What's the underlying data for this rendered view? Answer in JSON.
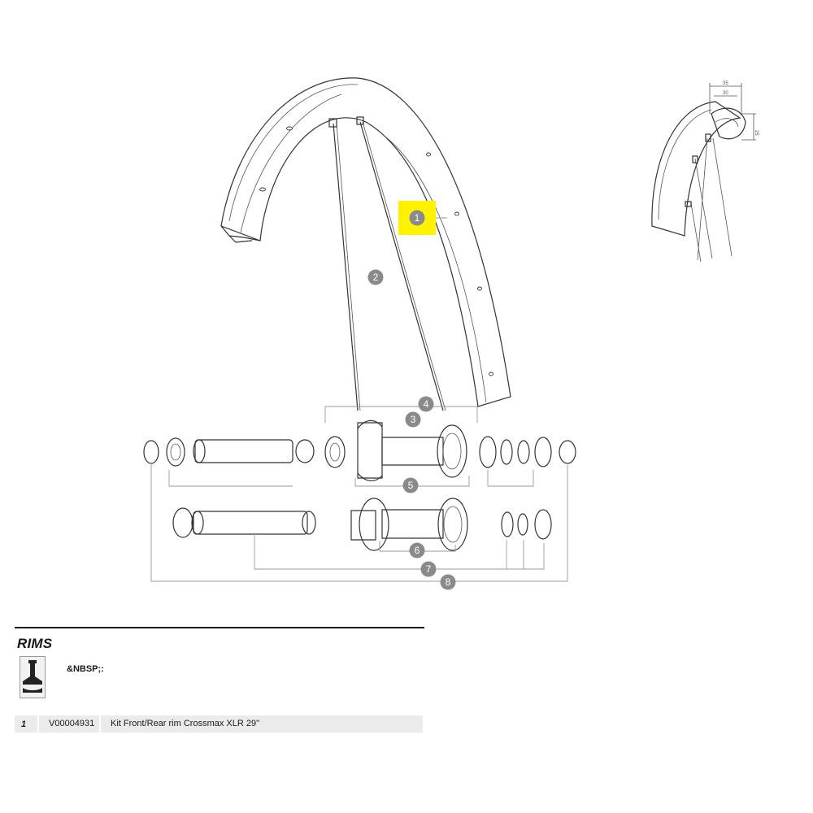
{
  "diagram": {
    "callouts": [
      "1",
      "2",
      "3",
      "4",
      "5",
      "6",
      "7",
      "8"
    ],
    "dimensions": [
      "35",
      "30",
      "25"
    ],
    "highlight_color": "#fff200",
    "callout_color": "#8a8a8a"
  },
  "section": {
    "title": "RIMS",
    "legend_icon": "tubeless-valve-icon",
    "legend_text": "&NBSP;:"
  },
  "parts": [
    {
      "number": "1",
      "reference": "V00004931",
      "description": "Kit Front/Rear rim Crossmax XLR 29''"
    }
  ]
}
